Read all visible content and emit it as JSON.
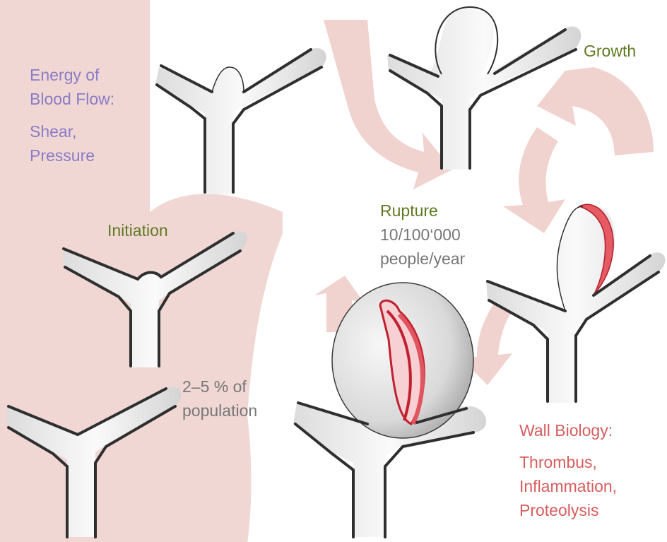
{
  "labels": {
    "energy_line1": "Energy of",
    "energy_line2": "Blood Flow:",
    "shear": "Shear,",
    "pressure": "Pressure",
    "growth": "Growth",
    "initiation": "Initiation",
    "rupture": "Rupture",
    "rupture_rate": "10/100‘000",
    "rupture_unit": "people/year",
    "prevalence_line1": "2–5 % of",
    "prevalence_line2": "population",
    "wall_biology": "Wall Biology:",
    "thrombus": "Thrombus,",
    "inflammation": "Inflammation,",
    "proteolysis": "Proteolysis"
  },
  "colors": {
    "background_band": "#f0d7d4",
    "arrow": "#f0d2cf",
    "energy_text": "#8a7cc6",
    "stage_text": "#5f7a22",
    "stat_text": "#777777",
    "wall_text": "#d65d5d",
    "vessel_wall": "#2f2f2f",
    "vessel_fill": "#f4f4f4",
    "wall_lesion": "#e0505a"
  }
}
